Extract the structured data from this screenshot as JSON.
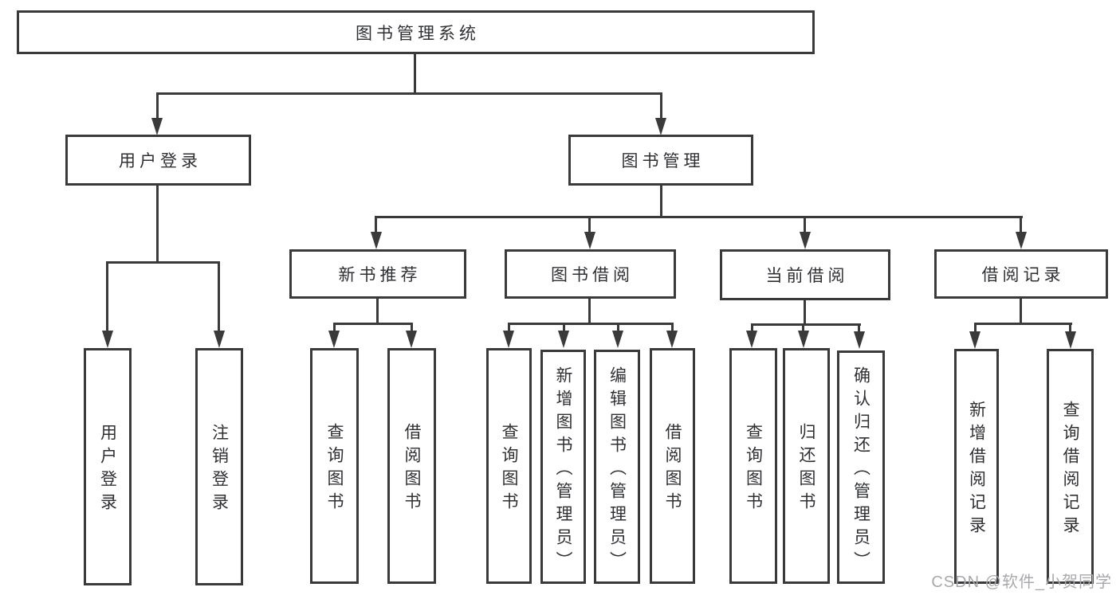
{
  "diagram_title": "图书管理系统",
  "colors": {
    "line": "#3a3a3a",
    "node_text": "#2f3034",
    "node_background": "#ffffff",
    "watermark_text": "#a9a9ad",
    "page_background": "#ffffff"
  },
  "tree": {
    "root": {
      "label": "图书管理系统"
    },
    "branches": [
      {
        "label": "用户登录",
        "children": [
          {
            "label": "用户登录"
          },
          {
            "label": "注销登录"
          }
        ]
      },
      {
        "label": "图书管理",
        "children": [
          {
            "label": "新书推荐",
            "children": [
              {
                "label": "查询图书"
              },
              {
                "label": "借阅图书"
              }
            ]
          },
          {
            "label": "图书借阅",
            "children": [
              {
                "label": "查询图书"
              },
              {
                "label": "新增图书（管理员）"
              },
              {
                "label": "编辑图书（管理员）"
              },
              {
                "label": "借阅图书"
              }
            ]
          },
          {
            "label": "当前借阅",
            "children": [
              {
                "label": "查询图书"
              },
              {
                "label": "归还图书"
              },
              {
                "label": "确认归还（管理员）"
              }
            ]
          },
          {
            "label": "借阅记录",
            "children": [
              {
                "label": "新增借阅记录"
              },
              {
                "label": "查询借阅记录"
              }
            ]
          }
        ]
      }
    ]
  },
  "watermark": {
    "text": "CSDN @软件_小贺同学"
  }
}
